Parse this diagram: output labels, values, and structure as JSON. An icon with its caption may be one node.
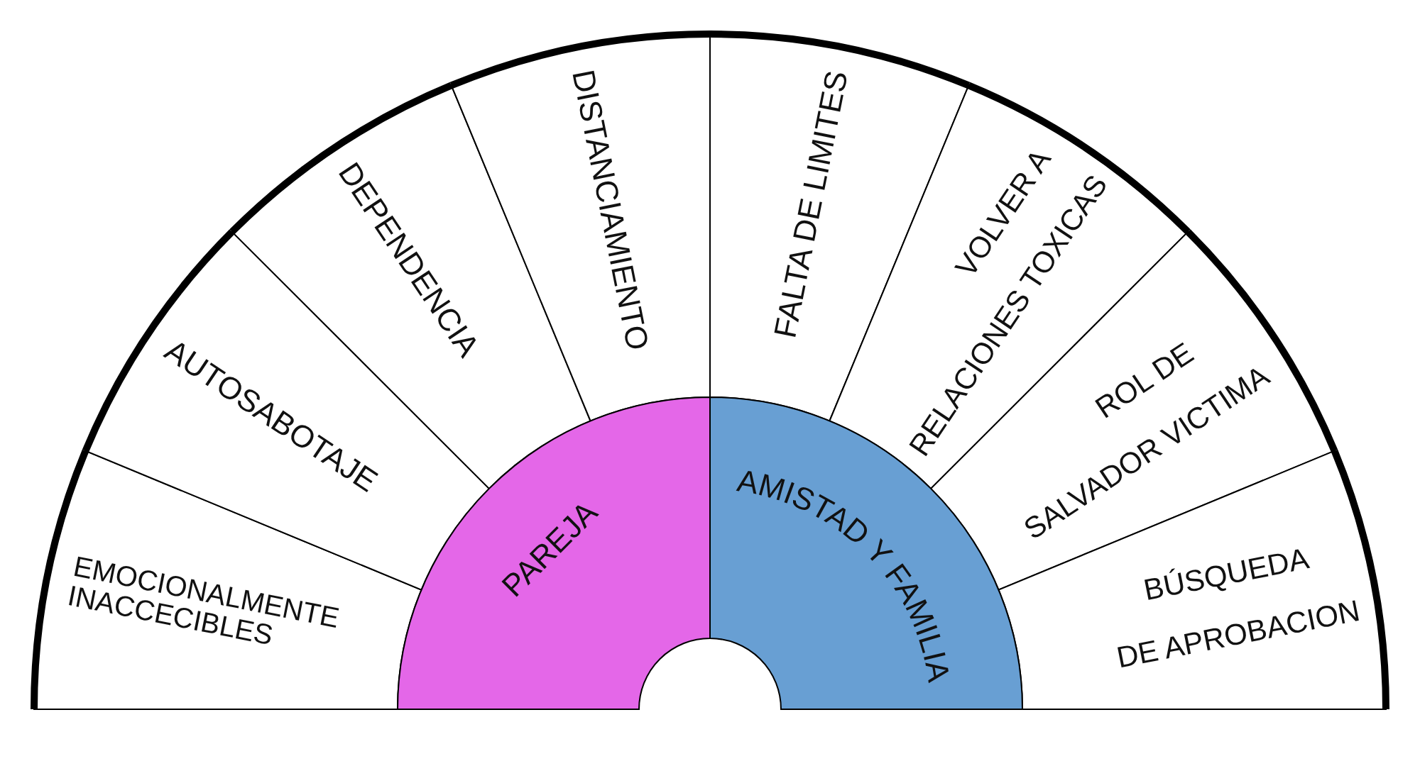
{
  "diagram": {
    "nodes": [
      {
        "text": [
          "EMOCIONALMENTE INACCECIBLES"
        ]
      },
      {
        "text": [
          "AUTOSABOTAJE"
        ]
      },
      {
        "text": [
          "DEPENDENCIA"
        ]
      },
      {
        "text": [
          "DISTANCIAMIENTO"
        ]
      },
      {
        "text": [
          "FALTA DE LIMITES"
        ]
      },
      {
        "text": [
          "VOLVER A RELACIONES TOXICAS"
        ]
      },
      {
        "text": [
          "ROL DE SALVADOR VICTIMA"
        ]
      },
      {
        "text": [
          "BÚSQUEDA DE APROBACION"
        ]
      },
      {
        "text": [
          "PAREJA"
        ]
      },
      {
        "text": [
          "AMISTAD Y FAMILIA"
        ]
      }
    ]
  }
}
